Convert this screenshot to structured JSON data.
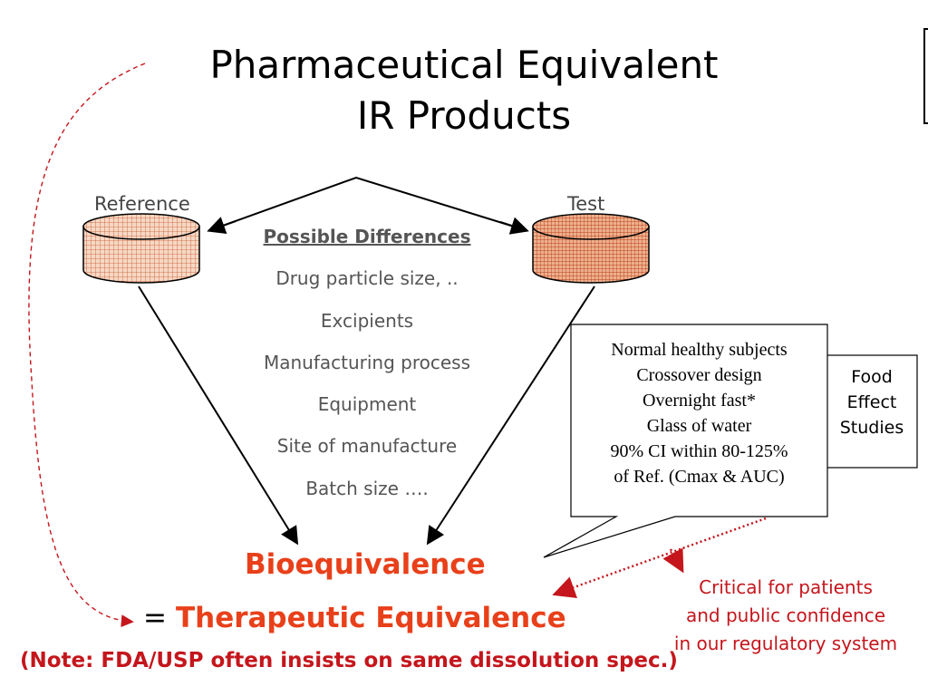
{
  "title": {
    "line1": "Pharmaceutical Equivalent",
    "line2": "IR Products"
  },
  "reference_label": "Reference",
  "test_label": "Test",
  "differences": {
    "header": "Possible Differences",
    "items": [
      "Drug particle size, ..",
      "Excipients",
      "Manufacturing process",
      "Equipment",
      "Site of manufacture",
      "Batch size …."
    ]
  },
  "study_callout": {
    "lines": [
      "Normal healthy subjects",
      "Crossover design",
      "Overnight fast*",
      "Glass of water",
      "90% CI within 80-125%",
      "of Ref. (Cmax & AUC)"
    ]
  },
  "food_effect": {
    "lines": [
      "Food",
      "Effect",
      "Studies"
    ]
  },
  "bioequivalence": "Bioequivalence",
  "therapeutic": {
    "equals": "=",
    "label": "Therapeutic Equivalence"
  },
  "note": "(Note: FDA/USP often insists on same dissolution spec.)",
  "critical": {
    "lines": [
      "Critical for patients",
      "and public confidence",
      "in our regulatory system"
    ]
  },
  "colors": {
    "accent_orange": "#e8401a",
    "accent_red": "#c4161c",
    "reference_fill": "#f3c9b0",
    "test_fill": "#e7a582"
  }
}
